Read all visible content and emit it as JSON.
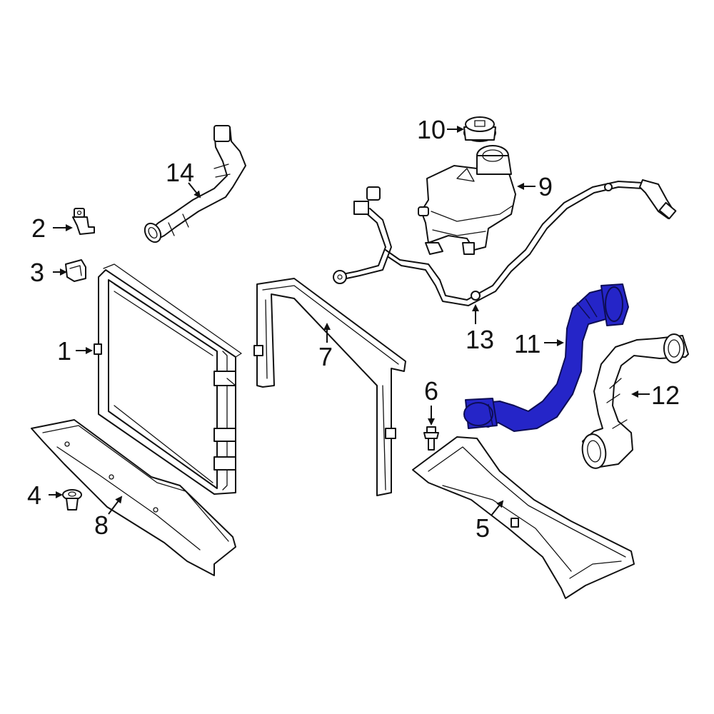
{
  "callouts": {
    "c1": "1",
    "c2": "2",
    "c3": "3",
    "c4": "4",
    "c5": "5",
    "c6": "6",
    "c7": "7",
    "c8": "8",
    "c9": "9",
    "c10": "10",
    "c11": "11",
    "c12": "12",
    "c13": "13",
    "c14": "14"
  },
  "colors": {
    "highlight_part": "#2525c8",
    "line_art": "#111111",
    "background": "#ffffff"
  },
  "highlighted_callout": "11"
}
